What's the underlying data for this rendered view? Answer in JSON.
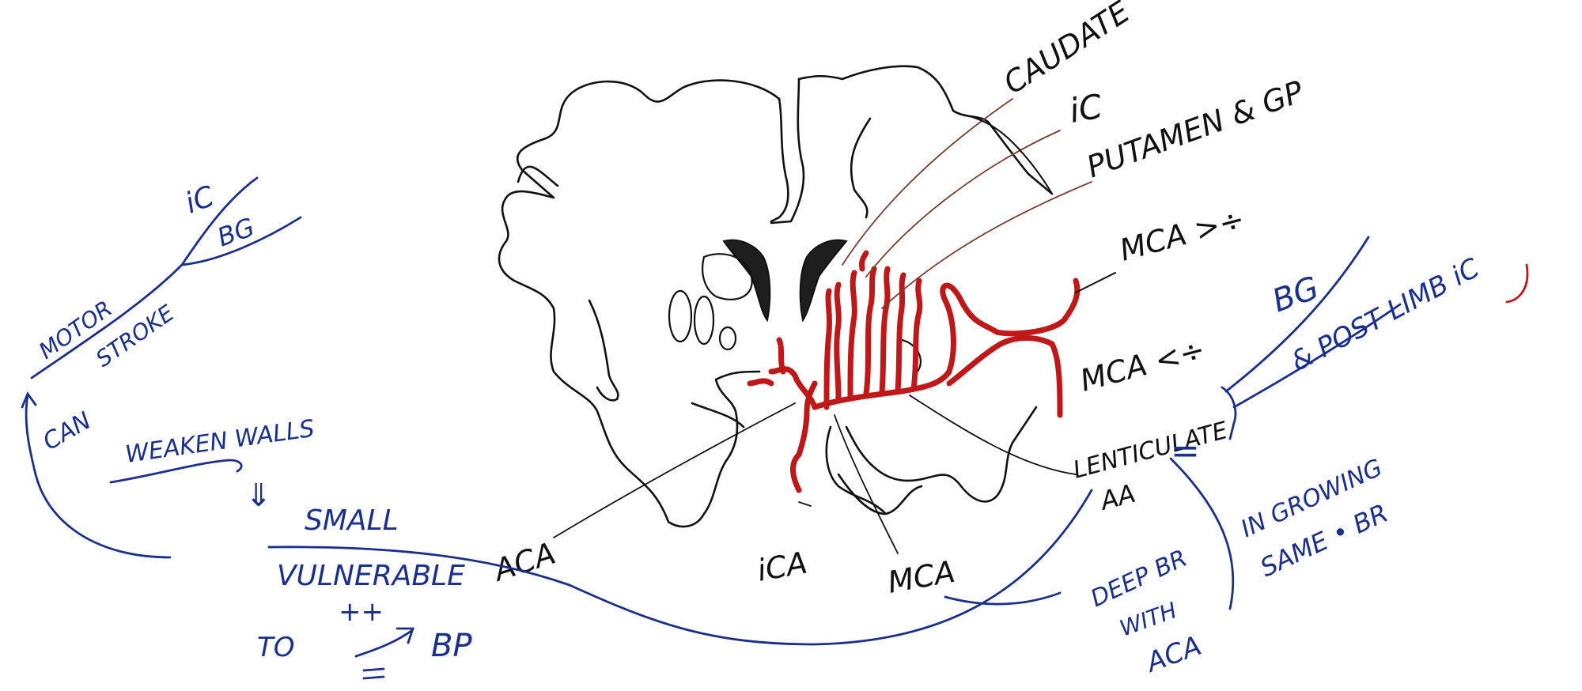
{
  "colors": {
    "ink_black": "#111111",
    "ink_blue": "#1b2f8f",
    "artery_red": "#c01818",
    "leader_brown": "#7a3e2e",
    "background": "#ffffff"
  },
  "labels": {
    "caudate": "CAUDATE",
    "ic": "iC",
    "putamen_gp": "PUTAMEN & GP",
    "mca_gt": "MCA >÷",
    "mca_lt": "MCA <÷",
    "lenticulate_1": "LENTICULATE",
    "lenticulate_2": "AA",
    "aca": "ACA",
    "ica": "iCA",
    "mca_bottom": "MCA"
  },
  "notes": {
    "motor_stroke_ic": "iC",
    "motor_stroke_bg": "BG",
    "motor": "MOTOR",
    "stroke": "STROKE",
    "can": "CAN",
    "weaken_walls": "WEAKEN WALLS",
    "arrow_down": "⇓",
    "small": "SMALL",
    "vulnerable": "VULNERABLE",
    "to": "TO",
    "plus": "++",
    "bp": "BP",
    "equals": "=",
    "bg_right": "BG",
    "post_limb_ic": "& POST LIMB iC",
    "in_growing": "IN GROWING",
    "same_br": "SAME • BR",
    "deep_br": "DEEP BR",
    "with": "WITH",
    "aca_bottom": "ACA"
  }
}
